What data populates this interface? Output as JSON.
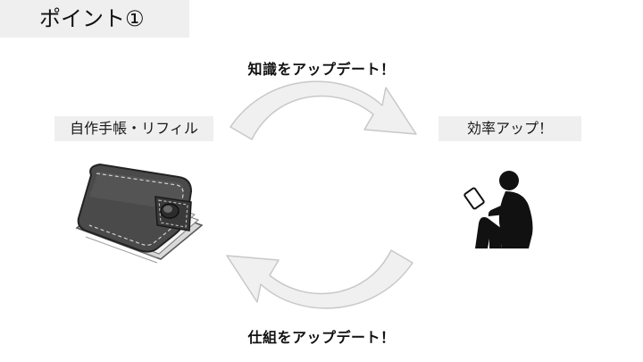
{
  "title": "ポイント①",
  "top_label": "知識をアップデート！",
  "bottom_label": "仕組をアップデート！",
  "left_label": "自作手帳・リフィル",
  "right_label": "効率アップ！",
  "icons": {
    "notebook": "planner-notebook-icon",
    "reader": "reading-person-icon",
    "top_arrow": "curved-arrow-right-icon",
    "bottom_arrow": "curved-arrow-left-icon"
  },
  "colors": {
    "label_bg": "#efefef",
    "arrow_fill": "#f0f0f0",
    "arrow_stroke": "#c8c8c8",
    "notebook_cover": "#4a4a4a",
    "person": "#111111"
  }
}
